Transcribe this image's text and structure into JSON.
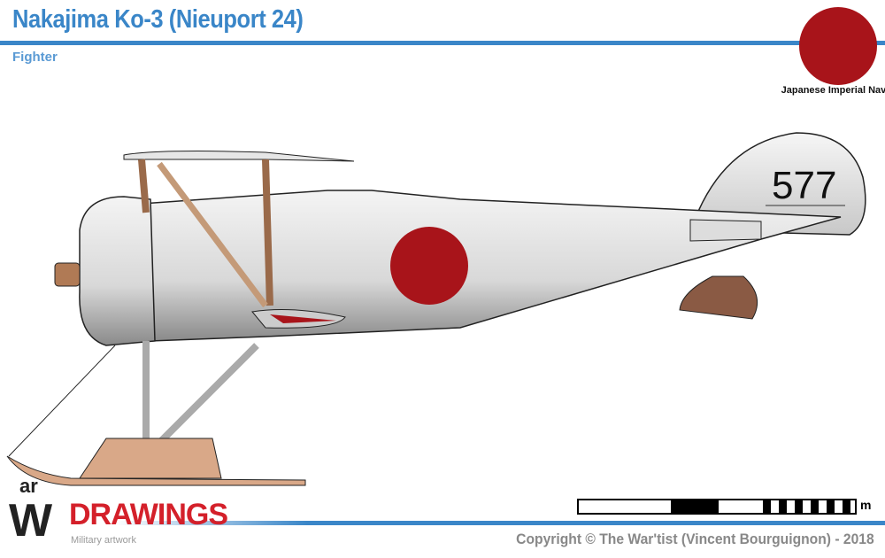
{
  "header": {
    "title": "Nakajima Ko-3 (Nieuport 24)",
    "subtitle": "Fighter"
  },
  "insignia": {
    "label": "Japanese Imperial Navy",
    "color": "#a8141a"
  },
  "aircraft": {
    "tail_number": "577"
  },
  "scale": {
    "unit": "m"
  },
  "footer": {
    "logo_w": "W",
    "logo_ar": "ar",
    "logo_brand": "DRAWINGS",
    "logo_tagline": "Military artwork",
    "copyright": "Copyright © The War'tist (Vincent Bourguignon) - 2018"
  },
  "colors": {
    "accent": "#3a86c8",
    "brand_red": "#d4202a"
  }
}
